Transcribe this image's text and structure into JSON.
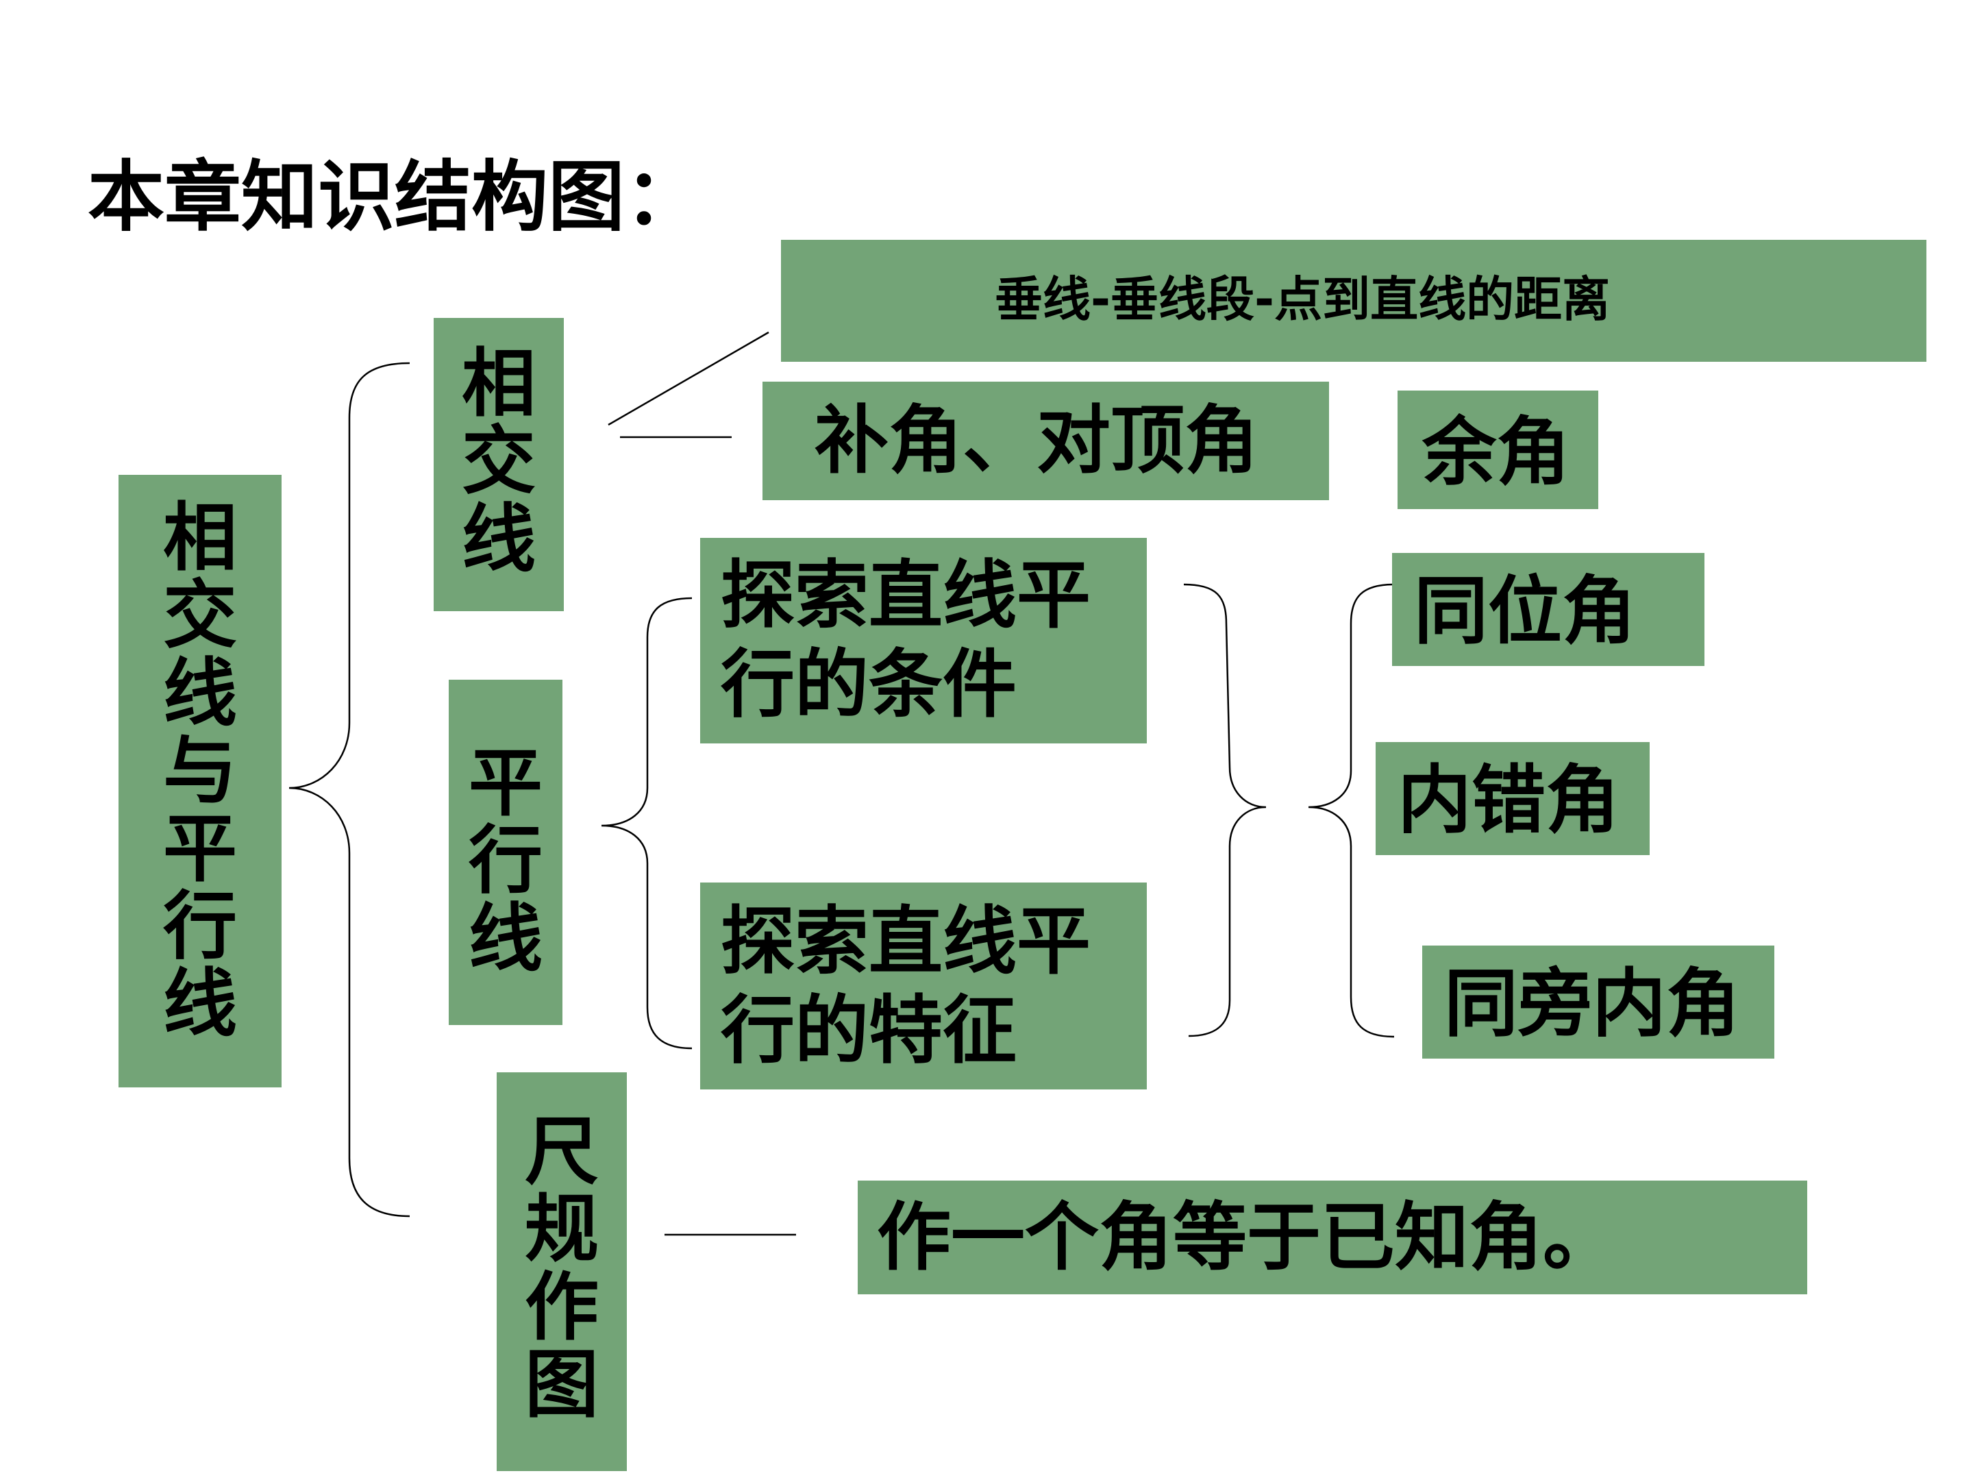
{
  "title": "本章知识结构图：",
  "root": {
    "chars": [
      "相",
      "交",
      "线",
      "与",
      "平",
      "行",
      "线"
    ]
  },
  "level1": {
    "intersecting": {
      "chars": [
        "相",
        "交",
        "线"
      ]
    },
    "parallel": {
      "chars": [
        "平",
        "行",
        "线"
      ]
    },
    "construction": {
      "chars": [
        "尺",
        "规",
        "作",
        "图"
      ]
    }
  },
  "intersecting_items": {
    "perpendicular": "垂线-垂线段-点到直线的距离",
    "supplementary": "补角、对顶角",
    "complementary": "余角"
  },
  "parallel_items": {
    "conditions": {
      "lines": [
        "探索直线平",
        "行的条件"
      ]
    },
    "properties": {
      "lines": [
        "探索直线平",
        "行的特征"
      ]
    }
  },
  "angle_types": {
    "corresponding": "同位角",
    "alternate_interior": "内错角",
    "same_side_interior": "同旁内角"
  },
  "construction_item": "作一个角等于已知角。",
  "colors": {
    "box_fill": "#73a477",
    "text": "#000000",
    "line": "#000000"
  }
}
